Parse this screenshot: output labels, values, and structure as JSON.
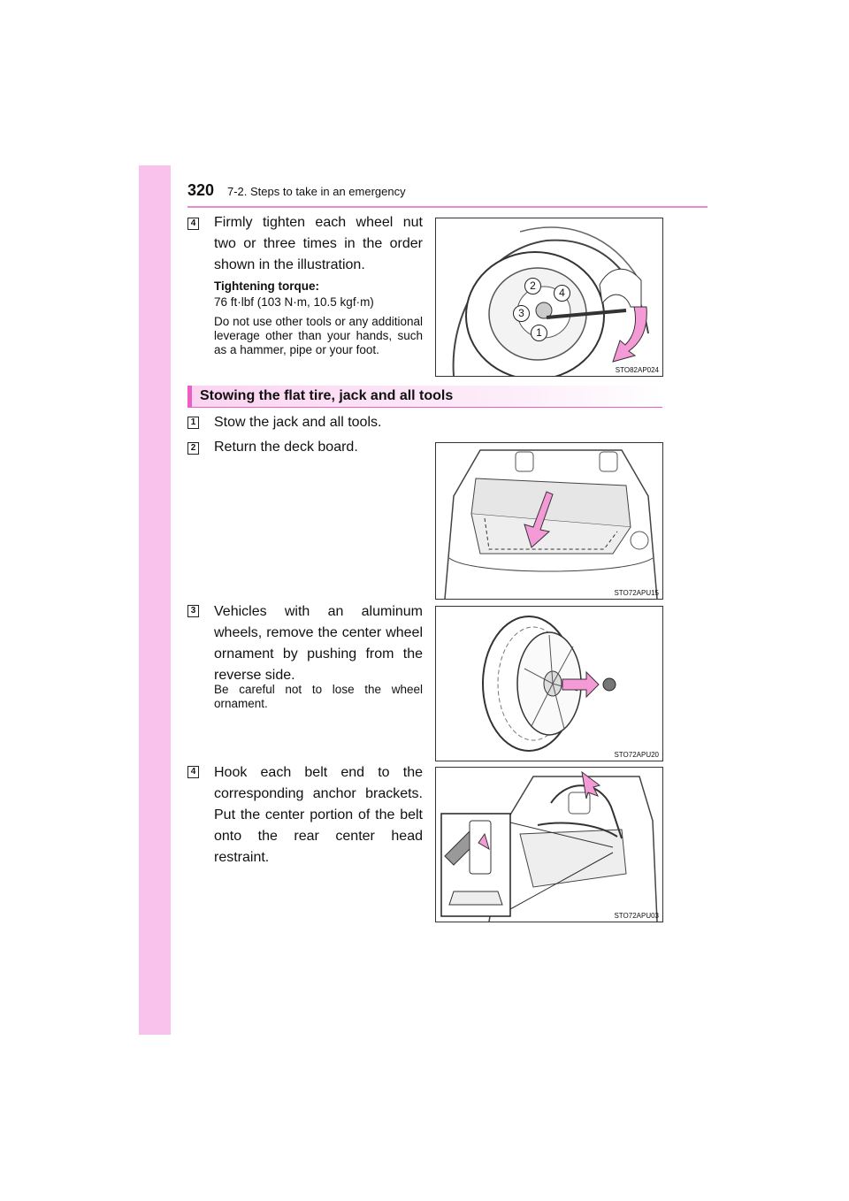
{
  "header": {
    "page_number": "320",
    "section": "7-2. Steps to take in an emergency"
  },
  "steps_top": {
    "step4": {
      "number": "4",
      "text": "Firmly tighten each wheel nut two or three times in the order shown in the illustration.",
      "torque_label": "Tightening torque:",
      "torque_value": "76 ft·lbf (103 N·m, 10.5 kgf·m)",
      "note": "Do not use other tools or any additional leverage other than your hands, such as a hammer, pipe or your foot.",
      "figure_code": "STO82AP024",
      "nut_order": [
        "1",
        "2",
        "3",
        "4"
      ]
    }
  },
  "stowing": {
    "heading": "Stowing the flat tire, jack and all tools",
    "steps": [
      {
        "number": "1",
        "text": "Stow the jack and all tools."
      },
      {
        "number": "2",
        "text": "Return the deck board.",
        "figure_code": "STO72APU15"
      },
      {
        "number": "3",
        "text": "Vehicles with an aluminum wheels, remove the center wheel ornament by pushing from the reverse side.",
        "note": "Be careful not to lose the wheel ornament.",
        "figure_code": "STO72APU20"
      },
      {
        "number": "4",
        "text": "Hook each belt end to the corresponding anchor brackets. Put the center portion of the belt onto the rear center head restraint.",
        "figure_code": "STO72APU03"
      }
    ]
  },
  "colors": {
    "sidebar": "#f9c2ec",
    "accent": "#ef5dc4",
    "arrow": "#f49ad6"
  }
}
